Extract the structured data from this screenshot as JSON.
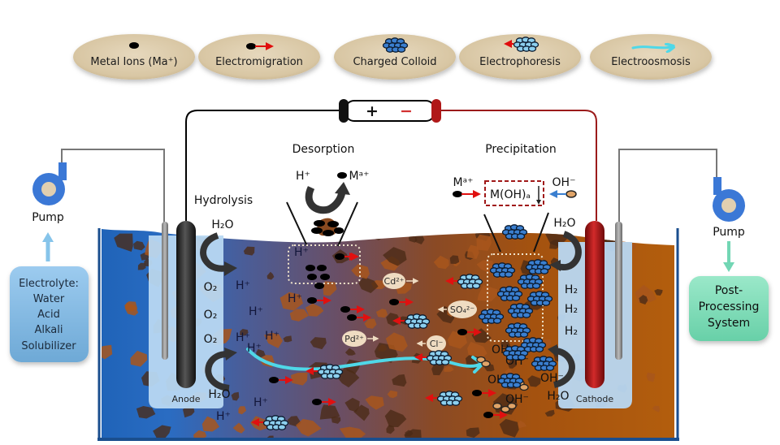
{
  "legend": [
    {
      "label": "Metal Ions (Ma⁺)",
      "icon": "metal-ion-dot"
    },
    {
      "label": "Electromigration",
      "icon": "dot-with-red-arrow-right"
    },
    {
      "label": "Charged Colloid",
      "icon": "blue-colloid-cluster"
    },
    {
      "label": "Electrophoresis",
      "icon": "red-arrow-left-with-colloid"
    },
    {
      "label": "Electroosmosis",
      "icon": "cyan-flow-arrow"
    }
  ],
  "power_supply": {
    "positive": "+",
    "negative": "−"
  },
  "processes": {
    "hydrolysis": "Hydrolysis",
    "desorption": "Desorption",
    "precipitation": "Precipitation"
  },
  "desorption": {
    "h_plus": "H⁺",
    "metal": "Mᵃ⁺"
  },
  "precipitation": {
    "metal": "Mᵃ⁺",
    "product": "M(OH)ₐ",
    "hydroxide": "OH⁻"
  },
  "left_side": {
    "pump_label": "Pump",
    "electrolyte_box": [
      "Electrolyte:",
      "Water",
      "Acid",
      "Alkali",
      "Solubilizer"
    ]
  },
  "right_side": {
    "pump_label": "Pump",
    "post_processing_box": [
      "Post-",
      "Processing",
      "System"
    ]
  },
  "anode": {
    "label": "Anode",
    "h2o_top": "H₂O",
    "h2o_bottom": "H₂O",
    "gases": [
      "O₂",
      "O₂",
      "O₂"
    ]
  },
  "cathode": {
    "label": "Cathode",
    "h2o_top": "H₂O",
    "h2o_bottom": "H₂O",
    "gases": [
      "H₂",
      "H₂",
      "H₂"
    ]
  },
  "soil_ions": {
    "h_plus": "H⁺",
    "oh_minus": "OH⁻",
    "tags": [
      "Cd²⁺",
      "SO₄²⁻",
      "Pd²⁺",
      "Cl⁻"
    ]
  },
  "colors": {
    "anode_wire": "#000000",
    "cathode_wire": "#9b1b1b",
    "legend_ellipse": "#dccbaa",
    "electrolyte_box": "#7fb8e0",
    "post_processing_box": "#7fdcb8",
    "pump_blue": "#3b78d6",
    "electroosmosis_arrow": "#4fd8e8",
    "migration_arrow": "#e01010",
    "colloid_blue": "#3a7fd0",
    "colloid_light": "#8ccfee"
  }
}
